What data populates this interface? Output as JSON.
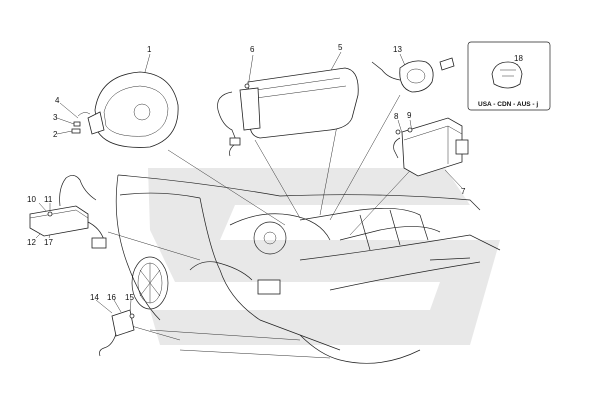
{
  "callouts": {
    "c1": "1",
    "c2": "2",
    "c3": "3",
    "c4": "4",
    "c5": "5",
    "c6": "6",
    "c7": "7",
    "c8": "8",
    "c9": "9",
    "c10": "10",
    "c11": "11",
    "c12": "12",
    "c13": "13",
    "c14": "14",
    "c15": "15",
    "c16": "16",
    "c17": "17",
    "c18": "18"
  },
  "inset": {
    "label": "USA - CDN - AUS - j"
  },
  "colors": {
    "watermark": "#dcdcdc",
    "line": "#222222",
    "background": "#ffffff"
  }
}
